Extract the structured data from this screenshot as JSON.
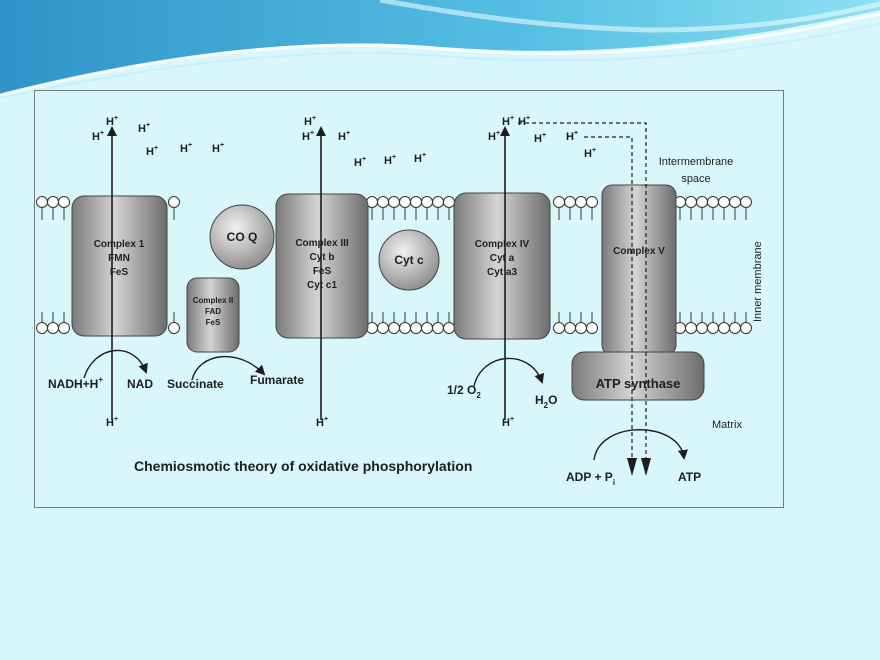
{
  "title": "Chemiosmotic theory of oxidative phosphorylation",
  "proton": "H",
  "proton_charge": "+",
  "regions": {
    "intermembrane": [
      "Intermembrane",
      "space"
    ],
    "inner_membrane": "Inner membrane",
    "matrix": "Matrix"
  },
  "complex1": [
    "Complex 1",
    "FMN",
    "FeS"
  ],
  "complex2": [
    "Complex II",
    "FAD",
    "FeS"
  ],
  "coq": "CO Q",
  "complex3": [
    "Complex III",
    "Cyt b",
    "FeS",
    "Cyt c1"
  ],
  "cytc": "Cyt c",
  "complex4": [
    "Complex IV",
    "Cyt a",
    "Cyt a3"
  ],
  "complex5": "Complex V",
  "atp_synthase": "ATP synthase",
  "reactions": {
    "nadh_h": "NADH+H",
    "nad": "NAD",
    "succinate": "Succinate",
    "fumarate": "Fumarate",
    "half_o2": "1/2 O",
    "h2o_h": "H",
    "h2o_o": "O",
    "o2_sub": "2",
    "h2o_sub": "2",
    "adp_pi": "ADP + P",
    "pi_sub": "i",
    "atp": "ATP"
  },
  "colors": {
    "background": "#d9f7fb",
    "header_wave": "#3fa6d6",
    "complex_fill": "#9a9a9a",
    "membrane_bead": "#ffffff"
  }
}
